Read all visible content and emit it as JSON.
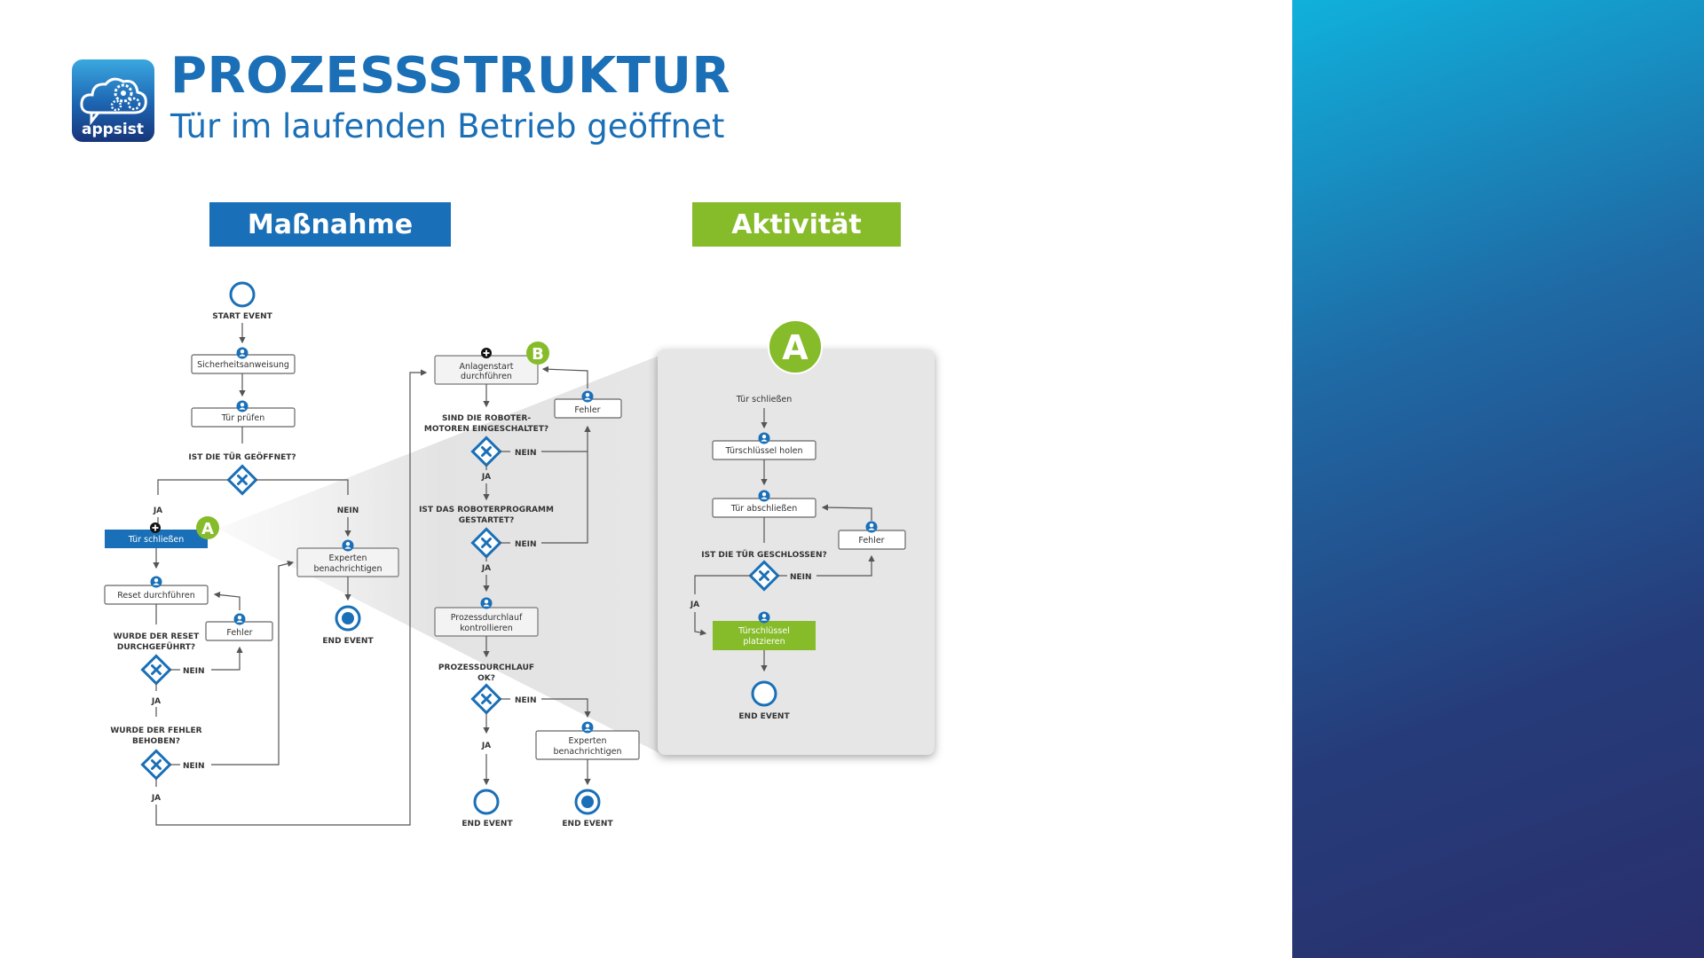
{
  "header": {
    "logo_text": "appsist",
    "title": "PROZESSSTRUKTUR",
    "subtitle": "Tür im laufenden Betrieb geöffnet"
  },
  "columns": {
    "left_label": "Maßnahme",
    "right_label": "Aktivität"
  },
  "colors": {
    "blue": "#1a70b8",
    "green": "#86bb2a",
    "gray_cone": "#e6e6e6"
  },
  "flow_left": {
    "start": "START EVENT",
    "task1": "Sicherheitsanweisung",
    "task2": "Tür prüfen",
    "q1": "IST DIE TÜR GEÖFFNET?",
    "ja1": "JA",
    "nein1": "NEIN",
    "task_tuer": "Tür schließen",
    "marker_a": "A",
    "experten": [
      "Experten",
      "benachrichtigen"
    ],
    "end1": "END EVENT",
    "reset": "Reset durchführen",
    "fehler": "Fehler",
    "q2": [
      "WURDE DER RESET",
      "DURCHGEFÜHRT?"
    ],
    "nein2": "NEIN",
    "ja2": "JA",
    "q3": [
      "WURDE DER FEHLER",
      "BEHOBEN?"
    ],
    "nein3": "NEIN",
    "ja3": "JA"
  },
  "flow_mid": {
    "anlagenstart": [
      "Anlagenstart",
      "durchführen"
    ],
    "marker_b": "B",
    "fehler": "Fehler",
    "q1": [
      "SIND DIE ROBOTER-",
      "MOTOREN EINGESCHALTET?"
    ],
    "nein1": "NEIN",
    "ja1": "JA",
    "q2": [
      "IST DAS ROBOTERPROGRAMM",
      "GESTARTET?"
    ],
    "nein2": "NEIN",
    "ja2": "JA",
    "prozess": [
      "Prozessdurchlauf",
      "kontrollieren"
    ],
    "q3": [
      "PROZESSDURCHLAUF",
      "OK?"
    ],
    "nein3": "NEIN",
    "ja3": "JA",
    "experten": [
      "Experten",
      "benachrichtigen"
    ],
    "end1": "END EVENT",
    "end2": "END EVENT"
  },
  "flow_right": {
    "marker_a": "A",
    "start_label": "Tür schließen",
    "task1": "Türschlüssel holen",
    "task2": "Tür abschließen",
    "fehler": "Fehler",
    "q1": "IST DIE TÜR GESCHLOSSEN?",
    "nein": "NEIN",
    "ja": "JA",
    "task3": [
      "Türschlüssel",
      "platzieren"
    ],
    "end": "END EVENT"
  }
}
